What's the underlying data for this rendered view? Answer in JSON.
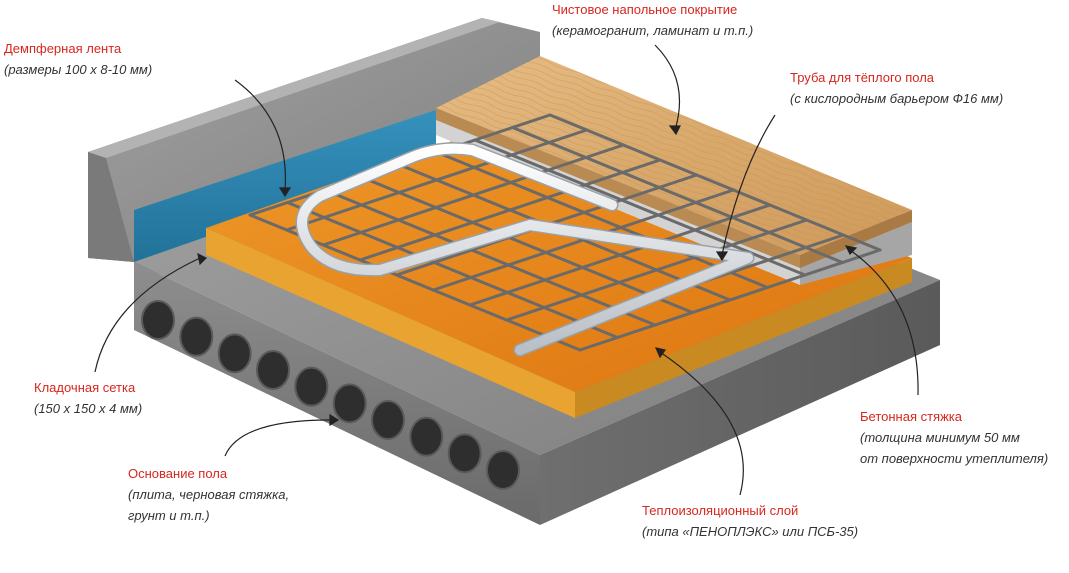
{
  "colors": {
    "title": "#d7261e",
    "subtitle": "#333333",
    "concrete": "#8a8a8a",
    "damper": "#2b7fa8",
    "insulation": "#e98a1c",
    "insulation_side": "#e7a42a",
    "wood": "#dcae74",
    "screed": "#c9c9c9",
    "pipe": "#e9ecef",
    "mesh": "#6b6b6b"
  },
  "labels": {
    "damper_tape": {
      "title": "Демпферная лента",
      "sub": "(размеры 100 х 8-10 мм)"
    },
    "finish_floor": {
      "title": "Чистовое напольное покрытие",
      "sub": "(керамогранит, ламинат и т.п.)"
    },
    "pipe": {
      "title": "Труба для тёплого пола",
      "sub": "(с кислородным барьером Ф16 мм)"
    },
    "mesh": {
      "title": "Кладочная сетка",
      "sub": "(150 х 150 х 4 мм)"
    },
    "screed": {
      "title": "Бетонная стяжка",
      "sub": "(толщина минимум 50 мм",
      "sub2": "от поверхности утеплителя)"
    },
    "base": {
      "title": "Основание пола",
      "sub": "(плита, черновая стяжка,",
      "sub2": "грунт и т.п.)"
    },
    "insulation": {
      "title": "Теплоизоляционный слой",
      "sub": "(типа «ПЕНОПЛЭКС» или ПСБ-35)"
    }
  }
}
